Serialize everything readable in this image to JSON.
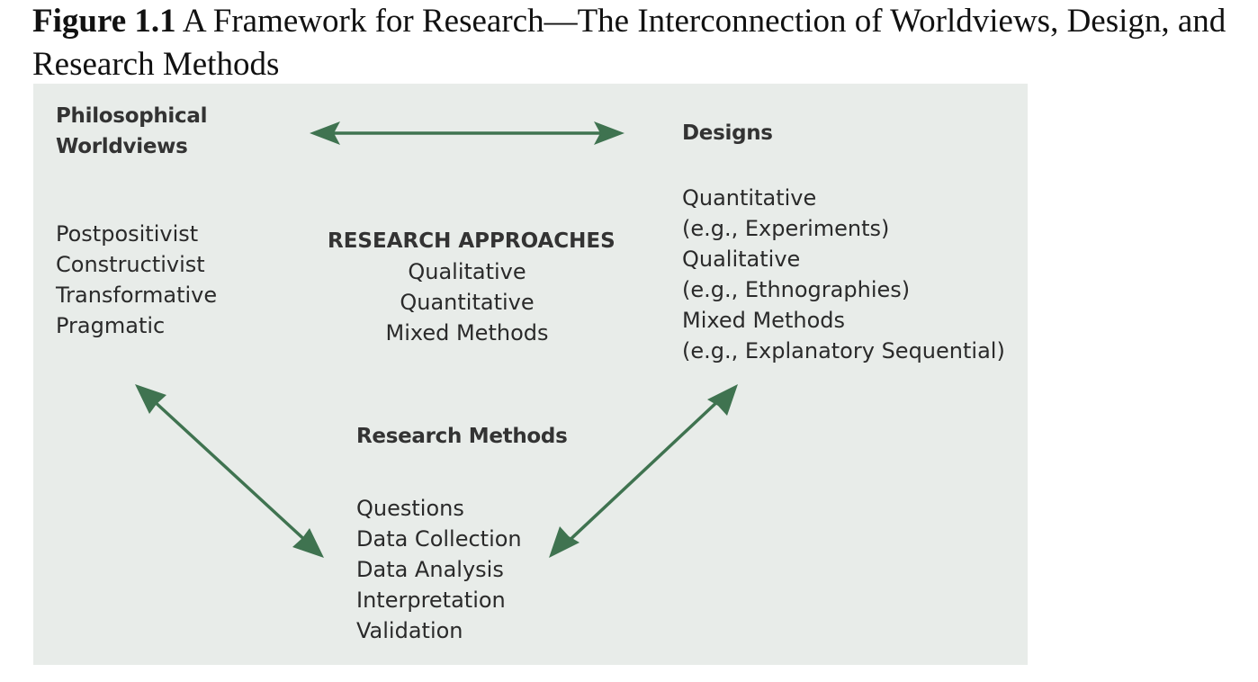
{
  "figure": {
    "number": "Figure 1.1",
    "title": "A Framework for Research—The Interconnection of Worldviews, Design, and Research Methods"
  },
  "worldviews": {
    "heading": [
      "Philosophical",
      "Worldviews"
    ],
    "items": [
      "Postpositivist",
      "Constructivist",
      "Transformative",
      "Pragmatic"
    ]
  },
  "designs": {
    "heading": "Designs",
    "items": [
      "Quantitative",
      "(e.g., Experiments)",
      "Qualitative",
      "(e.g., Ethnographies)",
      "Mixed Methods",
      "(e.g., Explanatory Sequential)"
    ]
  },
  "approaches": {
    "heading": "RESEARCH APPROACHES",
    "items": [
      "Qualitative",
      "Quantitative",
      "Mixed Methods"
    ]
  },
  "methods": {
    "heading": "Research Methods",
    "items": [
      "Questions",
      "Data Collection",
      "Data Analysis",
      "Interpretation",
      "Validation"
    ]
  },
  "colors": {
    "panel_background": "#e8ece9",
    "arrow": "#3f7350",
    "text": "#2a2a2a"
  },
  "connections": [
    {
      "from": "worldviews",
      "to": "designs",
      "style": "double-arrow"
    },
    {
      "from": "worldviews",
      "to": "methods",
      "style": "double-arrow"
    },
    {
      "from": "designs",
      "to": "methods",
      "style": "double-arrow"
    }
  ]
}
